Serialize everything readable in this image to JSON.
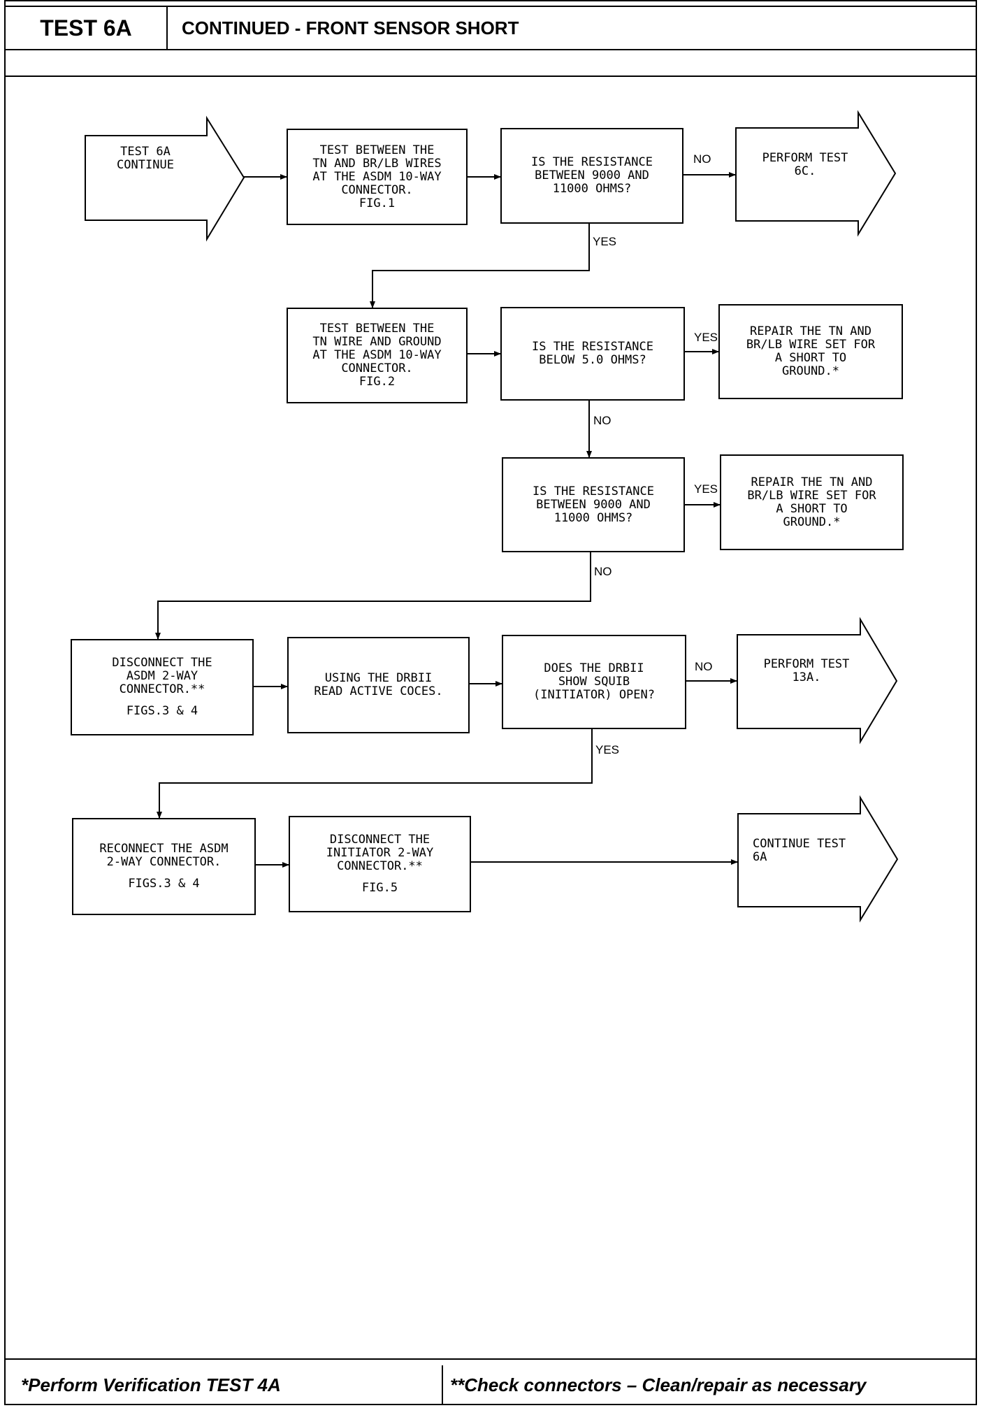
{
  "header": {
    "test_id": "TEST 6A",
    "title": "CONTINUED - FRONT SENSOR SHORT"
  },
  "nodes": {
    "start": {
      "text": "TEST 6A\nCONTINUE"
    },
    "test_tn_brlb": {
      "text": "TEST BETWEEN THE\nTN AND BR/LB WIRES\nAT THE ASDM 10-WAY\nCONNECTOR.\nFIG.1"
    },
    "q_resistance_9000_1": {
      "text": "IS THE RESISTANCE\nBETWEEN 9000 AND\n11000 OHMS?"
    },
    "perform_6c": {
      "text": "PERFORM TEST\n6C."
    },
    "test_tn_ground": {
      "text": "TEST BETWEEN THE\nTN WIRE AND GROUND\nAT THE ASDM 10-WAY\nCONNECTOR.\nFIG.2"
    },
    "q_below_5": {
      "text": "IS THE RESISTANCE\nBELOW 5.0 OHMS?"
    },
    "repair_1": {
      "text": "REPAIR THE TN AND\nBR/LB WIRE SET FOR\nA SHORT TO\nGROUND.*"
    },
    "q_resistance_9000_2": {
      "text": "IS THE RESISTANCE\nBETWEEN 9000 AND\n11000 OHMS?"
    },
    "repair_2": {
      "text": "REPAIR THE TN AND\nBR/LB WIRE SET FOR\nA SHORT TO\nGROUND.*"
    },
    "disconnect_asdm": {
      "text": "DISCONNECT THE\nASDM 2-WAY\nCONNECTOR.**",
      "sub": "FIGS.3 & 4"
    },
    "read_codes": {
      "text": "USING THE DRBII\nREAD ACTIVE COCES."
    },
    "q_squib": {
      "text": "DOES THE DRBII\nSHOW SQUIB\n(INITIATOR) OPEN?"
    },
    "perform_13a": {
      "text": "PERFORM TEST\n13A."
    },
    "reconnect_asdm": {
      "text": "RECONNECT THE ASDM\n2-WAY CONNECTOR.",
      "sub": "FIGS.3 & 4"
    },
    "disconnect_initiator": {
      "text": "DISCONNECT THE\nINITIATOR 2-WAY\nCONNECTOR.**",
      "sub": "FIG.5"
    },
    "continue_6a": {
      "text": "CONTINUE TEST\n6A"
    }
  },
  "edge_labels": {
    "no_1": "NO",
    "yes_1": "YES",
    "yes_2": "YES",
    "no_2": "NO",
    "yes_3": "YES",
    "no_3": "NO",
    "no_4": "NO",
    "yes_4": "YES"
  },
  "footer": {
    "left": "*Perform Verification  TEST 4A",
    "right": "**Check connectors – Clean/repair as necessary"
  }
}
